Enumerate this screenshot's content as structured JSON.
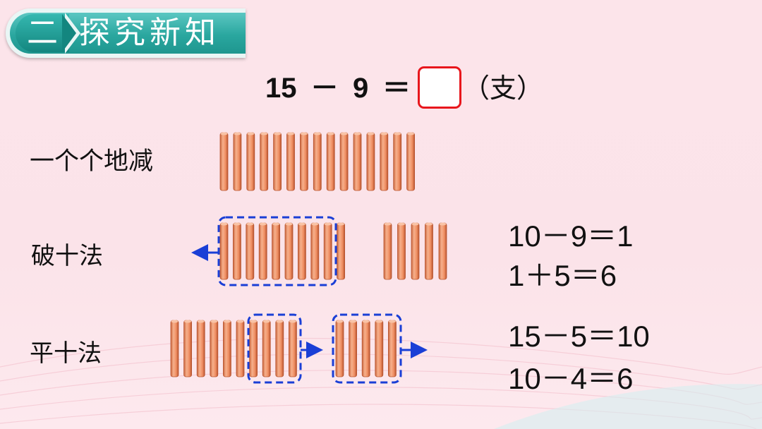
{
  "header": {
    "section_number": "二",
    "section_title": "探究新知"
  },
  "equation": {
    "minuend": "15",
    "minus": "－",
    "subtrahend": "9",
    "equals": "＝",
    "unit": "（支）"
  },
  "methods": [
    {
      "label": "一个个地减"
    },
    {
      "label": "破十法",
      "steps": [
        "10－9＝1",
        "1＋5＝6"
      ]
    },
    {
      "label": "平十法",
      "steps": [
        "15－5＝10",
        "10－4＝6"
      ]
    }
  ],
  "sticks": {
    "row1_count": 15,
    "row2_group_a": 10,
    "row2_group_b": 5,
    "row3_group_a": 10,
    "row3_group_b": 5
  },
  "colors": {
    "stick": "#f29a72",
    "stick_dark": "#b8542f",
    "dash": "#1a3fd6",
    "box": "#e8161c",
    "banner": "#2aa79f"
  }
}
